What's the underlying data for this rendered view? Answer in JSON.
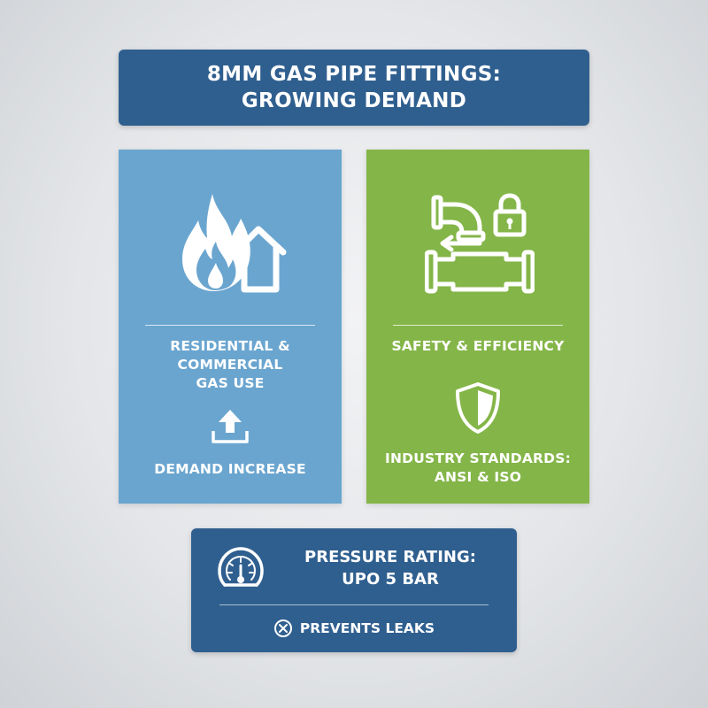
{
  "title": {
    "line1": "8MM GAS PIPE FITTINGS:",
    "line2": "GROWING DEMAND"
  },
  "left_panel": {
    "background": "#6aa5cf",
    "main_icon": "flame-house-icon",
    "label_line1": "RESIDENTIAL & COMMERCIAL",
    "label_line2": "GAS USE",
    "secondary_icon": "upload-arrow-icon",
    "secondary_label": "DEMAND INCREASE"
  },
  "right_panel": {
    "background": "#84b548",
    "main_icon": "pipe-lock-icon",
    "label": "SAFETY & EFFICIENCY",
    "secondary_icon": "shield-icon",
    "secondary_label_line1": "INDUSTRY STANDARDS:",
    "secondary_label_line2": "ANSI & ISO"
  },
  "bottom_box": {
    "background": "#2f5f8f",
    "icon": "pressure-gauge-icon",
    "pressure_line1": "PRESSURE RATING:",
    "pressure_line2": "UPO 5 BAR",
    "leaks_icon": "circle-x-icon",
    "leaks_label": "PREVENTS LEAKS"
  }
}
